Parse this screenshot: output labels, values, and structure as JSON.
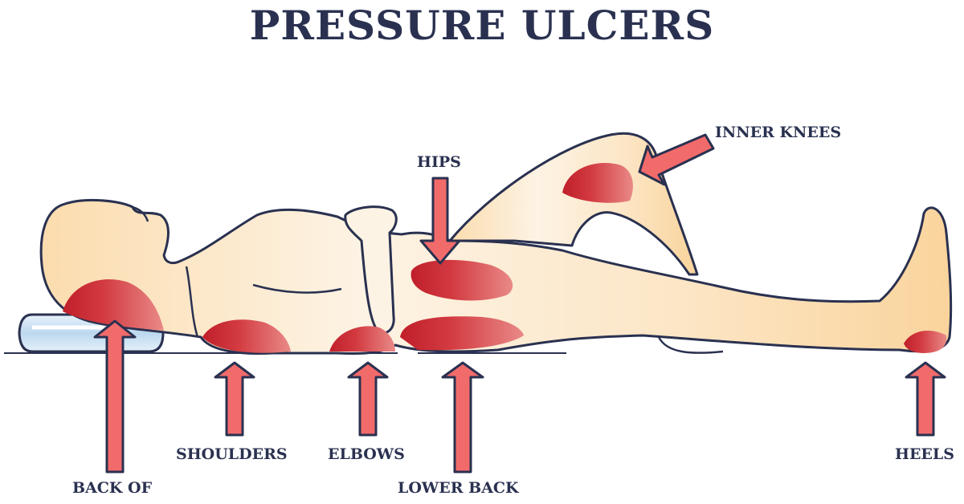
{
  "title": "PRESSURE ULCERS",
  "labels": {
    "back_of": "BACK OF",
    "shoulders": "SHOULDERS",
    "elbows": "ELBOWS",
    "lower_back": "LOWER BACK",
    "heels": "HEELS",
    "hips": "HIPS",
    "inner_knees": "INNER KNEES"
  },
  "colors": {
    "outline": "#2a3150",
    "skin_light": "#fdf1df",
    "skin_dark": "#fad9a8",
    "ulcer": "#c8202a",
    "arrow": "#f26b6b",
    "pillow": "#bcd8ef"
  }
}
